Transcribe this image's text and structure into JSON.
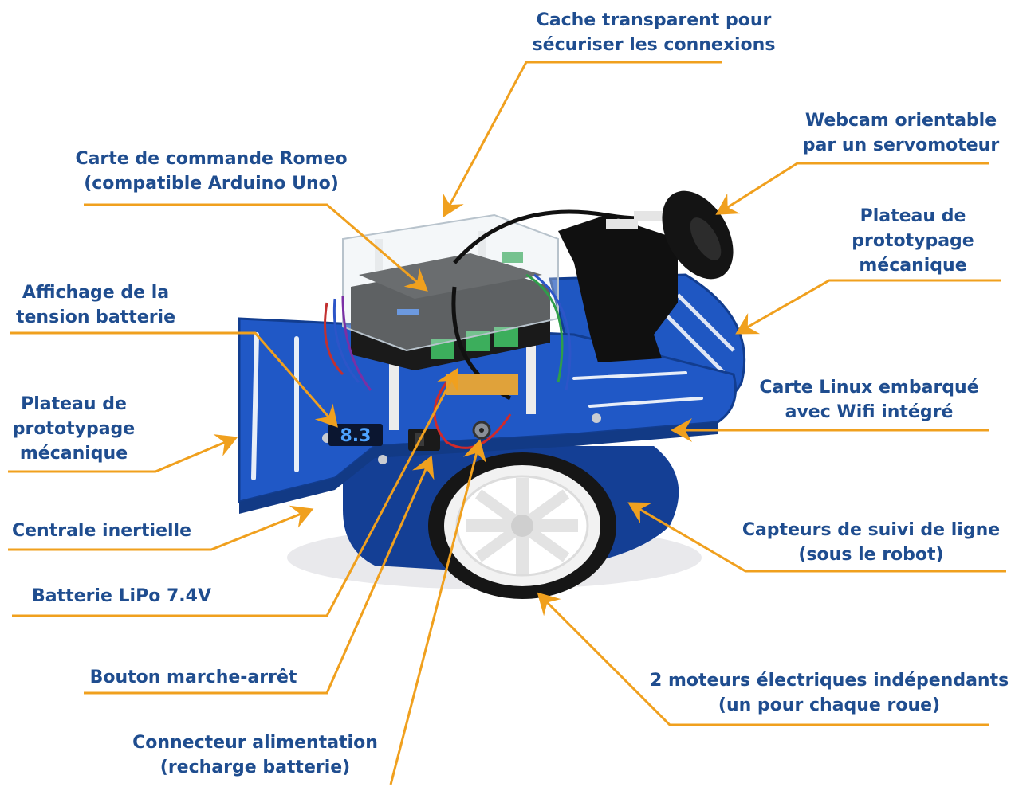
{
  "colors": {
    "label_text": "#1f4d8f",
    "callout_line": "#f0a01e",
    "chassis_blue": "#1c4fb0",
    "background": "#ffffff"
  },
  "callouts": [
    {
      "id": "cache",
      "lines": [
        "Cache transparent pour",
        "sécuriser les connexions"
      ]
    },
    {
      "id": "webcam",
      "lines": [
        "Webcam orientable",
        "par un servomoteur"
      ]
    },
    {
      "id": "romeo",
      "lines": [
        "Carte de commande Romeo",
        "(compatible Arduino Uno)"
      ]
    },
    {
      "id": "plateau_right",
      "lines": [
        "Plateau de",
        "prototypage",
        "mécanique"
      ]
    },
    {
      "id": "affichage",
      "lines": [
        "Affichage de la",
        "tension batterie"
      ]
    },
    {
      "id": "linux",
      "lines": [
        "Carte Linux embarqué",
        "avec Wifi intégré"
      ]
    },
    {
      "id": "plateau_left",
      "lines": [
        "Plateau de",
        "prototypage",
        "mécanique"
      ]
    },
    {
      "id": "centrale",
      "lines": [
        "Centrale inertielle"
      ]
    },
    {
      "id": "capteurs",
      "lines": [
        "Capteurs de suivi de ligne",
        "(sous le robot)"
      ]
    },
    {
      "id": "batterie",
      "lines": [
        "Batterie LiPo 7.4V"
      ]
    },
    {
      "id": "bouton",
      "lines": [
        "Bouton marche-arrêt"
      ]
    },
    {
      "id": "moteurs",
      "lines": [
        "2 moteurs électriques indépendants",
        "(un pour chaque roue)"
      ]
    },
    {
      "id": "connecteur",
      "lines": [
        "Connecteur alimentation",
        "(recharge batterie)"
      ]
    }
  ],
  "robot": {
    "voltage_display": "8.3"
  }
}
